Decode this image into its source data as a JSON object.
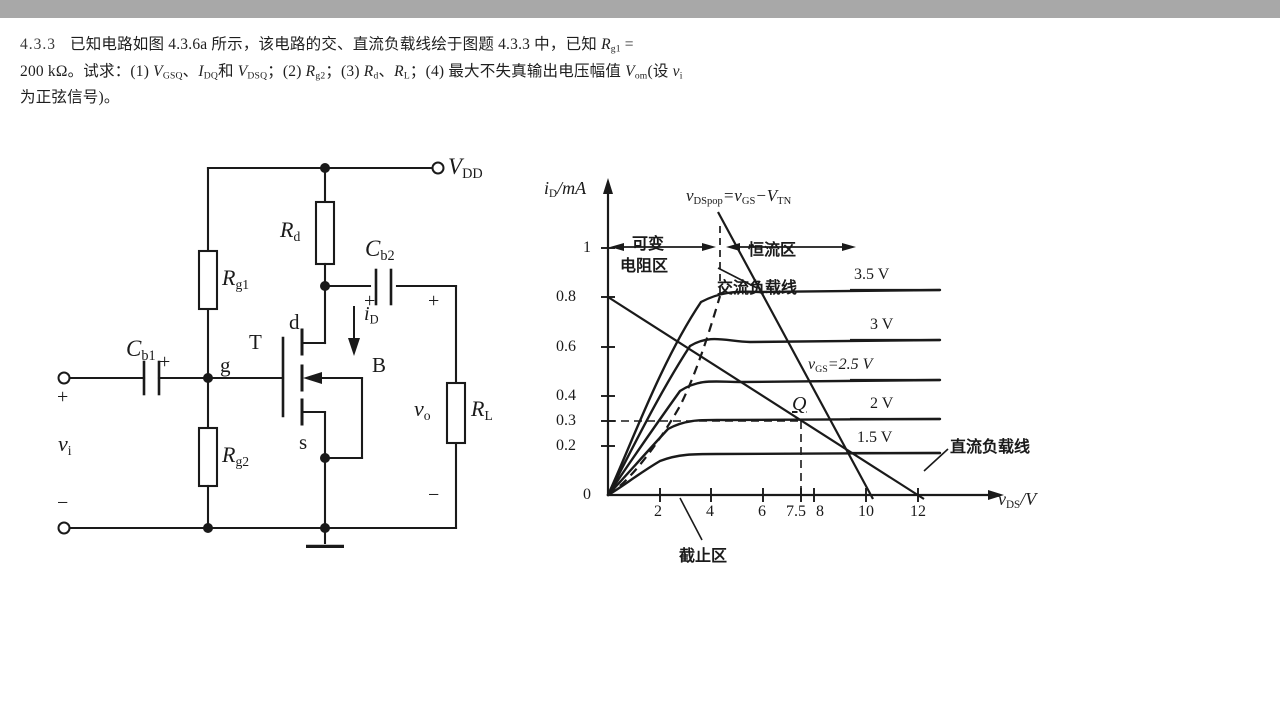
{
  "page": {
    "problem_number": "4.3.3",
    "text_line1_a": "已知电路如图 4.3.6a 所示，该电路的交、直流负载线绘于图题 4.3.3 中，已知 ",
    "text_line1_b": " =",
    "text_line2": "200 kΩ。试求：(1) ",
    "text_line3": "为正弦信号)。"
  },
  "circuit": {
    "title": "MOSFET 共源放大电路",
    "labels": {
      "vdd": "V",
      "vdd_sub": "DD",
      "rd": "R",
      "rd_sub": "d",
      "rg1": "R",
      "rg1_sub": "g1",
      "rg2": "R",
      "rg2_sub": "g2",
      "rl": "R",
      "rl_sub": "L",
      "cb1": "C",
      "cb1_sub": "b1",
      "cb2": "C",
      "cb2_sub": "b2",
      "vi": "v",
      "vi_sub": "i",
      "vo": "v",
      "vo_sub": "o",
      "id": "i",
      "id_sub": "D",
      "transistor": "T",
      "gate": "g",
      "drain": "d",
      "source": "s",
      "body": "B",
      "plus": "+",
      "minus": "−"
    }
  },
  "chart_data": {
    "type": "line",
    "title": "MOSFET 输出特性曲线与负载线",
    "xlabel": "v",
    "xlabel_sub": "DS",
    "xlabel_unit": "/V",
    "ylabel": "i",
    "ylabel_sub": "D",
    "ylabel_unit": "/mA",
    "xlim": [
      0,
      13
    ],
    "ylim": [
      0,
      1.12
    ],
    "x_ticks": [
      {
        "v": 2,
        "label": "2"
      },
      {
        "v": 4,
        "label": "4"
      },
      {
        "v": 6,
        "label": "6"
      },
      {
        "v": 7.5,
        "label": "7.5"
      },
      {
        "v": 8,
        "label": "8"
      },
      {
        "v": 10,
        "label": "10"
      },
      {
        "v": 12,
        "label": "12"
      }
    ],
    "y_ticks": [
      {
        "v": 0,
        "label": "0"
      },
      {
        "v": 0.2,
        "label": "0.2"
      },
      {
        "v": 0.3,
        "label": "0.3"
      },
      {
        "v": 0.4,
        "label": "0.4"
      },
      {
        "v": 0.6,
        "label": "0.6"
      },
      {
        "v": 0.8,
        "label": "0.8"
      },
      {
        "v": 1,
        "label": "1"
      }
    ],
    "grid": false,
    "series": [
      {
        "name": "3.5 V",
        "label": "3.5 V",
        "vgs": 3.5,
        "isat": 0.79,
        "vsat": 3.6
      },
      {
        "name": "3 V",
        "label": "3 V",
        "vgs": 3.0,
        "isat": 0.615,
        "vsat": 3.05
      },
      {
        "name": "vGS=2.5 V",
        "label": "2.5 V",
        "label_prefix": "v",
        "label_prefix_sub": "GS",
        "label_eq": "=2.5 V",
        "vgs": 2.5,
        "isat": 0.46,
        "vsat": 2.5
      },
      {
        "name": "2 V",
        "label": "2 V",
        "vgs": 2.0,
        "isat": 0.3,
        "vsat": 2.0
      },
      {
        "name": "1.5 V",
        "label": "1.5 V",
        "vgs": 1.5,
        "isat": 0.165,
        "vsat": 1.5
      }
    ],
    "load_lines": [
      {
        "name": "直流负载线",
        "label": "直流负载线",
        "type": "dc",
        "p1": [
          0,
          0.8
        ],
        "p2": [
          12,
          0
        ]
      },
      {
        "name": "交流负载线",
        "label": "交流负载线",
        "type": "ac",
        "p1": [
          0,
          1.05
        ],
        "p2": [
          10,
          0
        ]
      }
    ],
    "q_point": {
      "label": "Q",
      "vds": 7.5,
      "id": 0.3
    },
    "annotations": {
      "boundary_curve": "v",
      "boundary_curve_sub": "DSpop",
      "boundary_curve_eq": "=v",
      "boundary_curve_sub2": "GS",
      "boundary_curve_minus": "−V",
      "boundary_curve_sub3": "TN",
      "region_triode_l1": "可变",
      "region_triode_l2": "电阻区",
      "region_saturation": "恒流区",
      "region_cutoff": "截止区",
      "ac_load_line": "交流负载线",
      "dc_load_line": "直流负载线"
    }
  }
}
